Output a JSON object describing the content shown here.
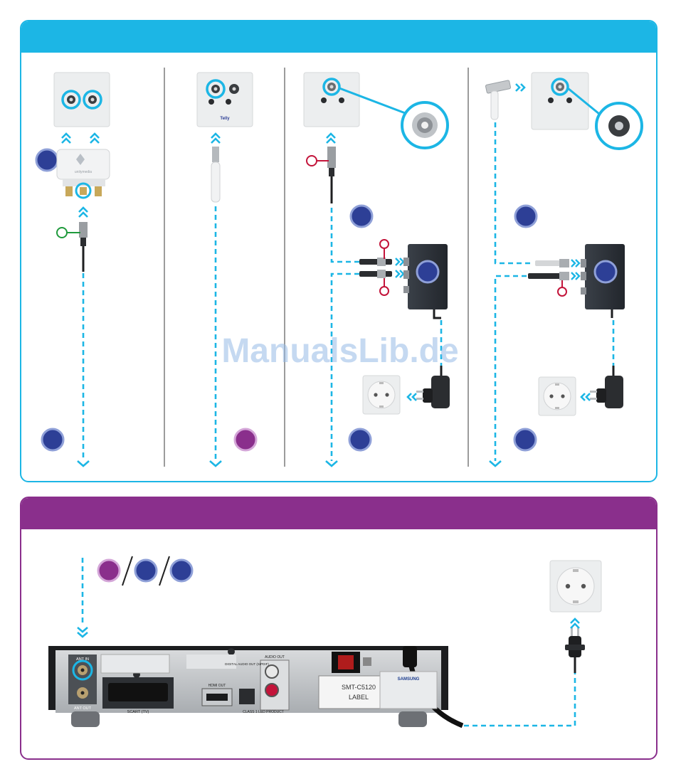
{
  "watermark": "ManualsLib.de",
  "colors": {
    "cyan": "#1cb6e5",
    "purple": "#8a2f8c",
    "badge_blue": "#2d3f96",
    "badge_purple": "#8a2f8c",
    "crimp_red": "#c3143a",
    "crimp_green": "#1f9a3c"
  },
  "top_panel": {
    "columns": [
      {
        "id": "a",
        "badge": "blue",
        "connector": "green-crimp"
      },
      {
        "id": "b",
        "badge": "purple",
        "connector": "plain"
      },
      {
        "id": "c",
        "badge": "blue",
        "connector": "red-crimp"
      },
      {
        "id": "d",
        "badge": "blue",
        "connector": "angled"
      }
    ],
    "splitter_logo_text": "unitymedia",
    "wall_plate_logo_text": "Telly"
  },
  "bottom_panel": {
    "legend_badges": [
      "purple",
      "blue",
      "blue"
    ],
    "receiver_labels": {
      "ant_in": "ANT IN",
      "ant_out": "ANT OUT",
      "scart": "SCART (TV)",
      "hdmi": "HDMI OUT",
      "digital_audio": "DIGITAL AUDIO OUT (S/PDIF)",
      "audio_out": "AUDIO OUT",
      "laser": "CLASS 1 LED PRODUCT",
      "model_label_line1": "SMT-C5120",
      "model_label_line2": "LABEL",
      "brand": "SAMSUNG"
    }
  }
}
